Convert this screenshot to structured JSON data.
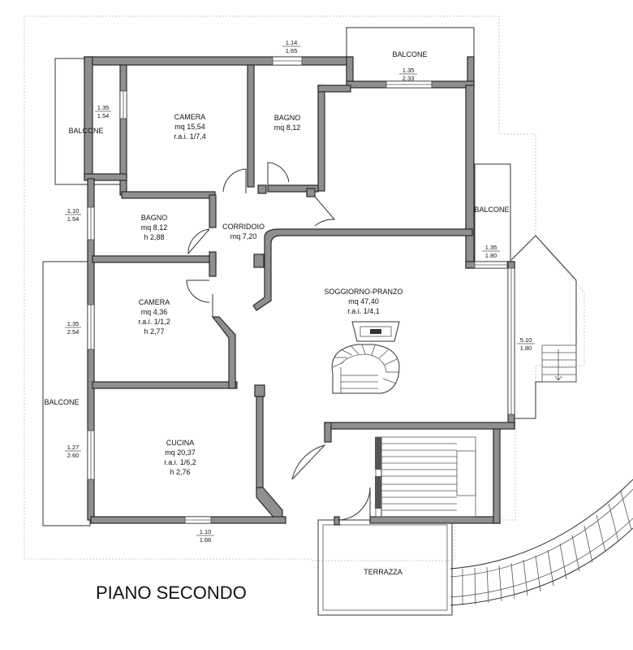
{
  "title": "PIANO SECONDO",
  "rooms": {
    "camera1": {
      "name": "CAMERA",
      "area": "mq 15,54",
      "rai": "r.a.i. 1/7,4"
    },
    "bagno1": {
      "name": "BAGNO",
      "area": "mq 8,12"
    },
    "bagno2": {
      "name": "BAGNO",
      "area": "mq 8,12",
      "h": "h 2,88"
    },
    "corridoio": {
      "name": "CORRIDOIO",
      "area": "mq 7,20"
    },
    "camera2": {
      "name": "CAMERA",
      "area": "mq 4,36",
      "rai": "r.a.i. 1/1,2",
      "h": "h 2,77"
    },
    "soggiorno": {
      "name": "SOGGIORNO-PRANZO",
      "area": "mq 47,40",
      "rai": "r.a.i. 1/4,1"
    },
    "cucina": {
      "name": "CUCINA",
      "area": "mq 20,37",
      "rai": "r.a.i. 1/6,2",
      "h": "h 2,76"
    },
    "balcone_top": "BALCONE",
    "balcone_nw": "BALCONE",
    "balcone_w": "BALCONE",
    "balcone_e": "BALCONE",
    "terrazza": "TERRAZZA"
  },
  "windows": {
    "w_top": [
      "1.14",
      "1.65"
    ],
    "w_balcone_top": [
      "1.35",
      "2.33"
    ],
    "w_camera1": [
      "1.35",
      "1.54"
    ],
    "w_bagno2": [
      "1.10",
      "1.54"
    ],
    "w_camera2": [
      "1.35",
      "2.54"
    ],
    "w_cucina_w": [
      "1.27",
      "2.60"
    ],
    "w_cucina_s": [
      "1.10",
      "1.66"
    ],
    "w_balcone_e": [
      "1.35",
      "1.80"
    ],
    "w_soggiorno_e": [
      "5.10",
      "1.80"
    ]
  }
}
